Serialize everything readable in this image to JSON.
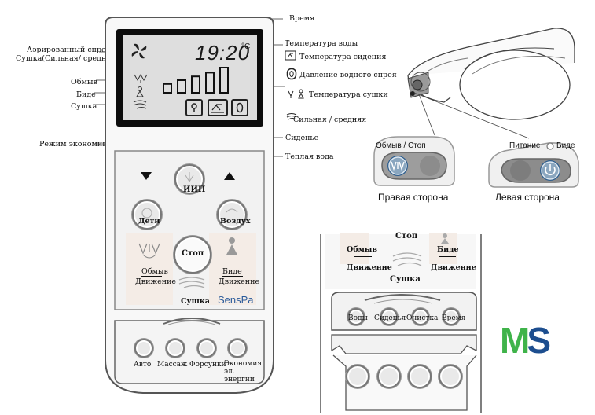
{
  "left_labels": {
    "aerated": "Аэрированный спрей",
    "drying_mode": "Сушка(Сильная/ средняя)",
    "wash": "Обмыв",
    "bidet": "Биде",
    "dry": "Сушка",
    "eco_mode": "Режим экономии"
  },
  "right_labels": {
    "time": "Время",
    "water_temp": "Температура воды",
    "seat_temp": "Температура сидения",
    "water_pressure": "Давление водного спрея",
    "dry_temp": "Температура сушки",
    "strong_medium": "Сильная / средняя",
    "seat": "Сиденье",
    "warm_water": "Теплая вода"
  },
  "display": {
    "time": "19:20",
    "unit": "°C",
    "level_bars": [
      0.35,
      0.5,
      0.65,
      0.8,
      1.0
    ]
  },
  "remote": {
    "iip": "ИИП",
    "kids": "Дети",
    "air": "Воздух",
    "stop": "Стоп",
    "wash": "Обмыв",
    "motion1": "Движение",
    "bidet": "Биде",
    "motion2": "Движение",
    "dry": "Сушка",
    "brand": "SensPa",
    "bottom_buttons": [
      "Авто",
      "Массаж",
      "Форсунки",
      "Экономия эл. энергии"
    ]
  },
  "toilet": {
    "right_side_buttons": "Обмыв / Стоп",
    "right_side_caption": "Правая сторона",
    "left_power": "Питание",
    "left_bidet": "Биде",
    "left_side_caption": "Левая сторона"
  },
  "zoom": {
    "stop": "Стоп",
    "wash": "Обмыв",
    "motion1": "Движение",
    "bidet": "Биде",
    "motion2": "Движение",
    "dry": "Сушка",
    "row": [
      "Воды",
      "Сиденья",
      "Очистка",
      "Время"
    ]
  },
  "logo": {
    "m": "M",
    "s": "S"
  },
  "colors": {
    "lcd": "#0d0d0d",
    "screen": "#dedede",
    "logo_green": "#3fb34a",
    "logo_blue": "#1d4e8f"
  }
}
